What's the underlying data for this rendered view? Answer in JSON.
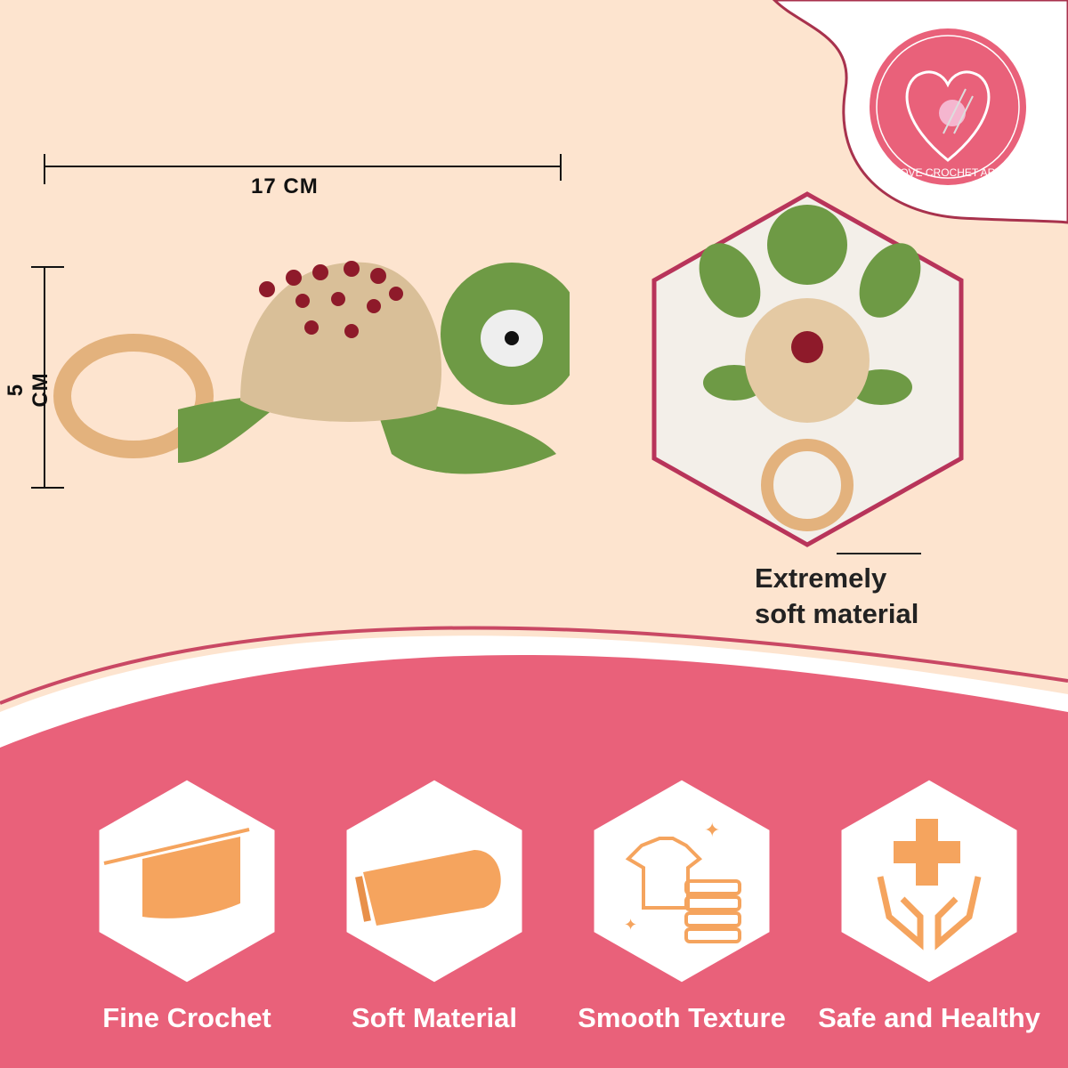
{
  "brand": {
    "logo_text": "LOVE CROCHET ART"
  },
  "dimensions": {
    "width_label": "17 CM",
    "height_label": "5 CM"
  },
  "caption": {
    "line1": "Extremely",
    "line2": "soft material"
  },
  "features": [
    {
      "label": "Fine Crochet",
      "icon": "knitting-icon"
    },
    {
      "label": "Soft Material",
      "icon": "blanket-icon"
    },
    {
      "label": "Smooth Texture",
      "icon": "folded-clothes-icon"
    },
    {
      "label": "Safe and Healthy",
      "icon": "health-hands-icon"
    }
  ],
  "colors": {
    "peach": "#fde4cf",
    "pink": "#e9617a",
    "icon_orange": "#f5a45e",
    "shell_spots": "#8e1a2a",
    "green": "#6e9a45"
  }
}
